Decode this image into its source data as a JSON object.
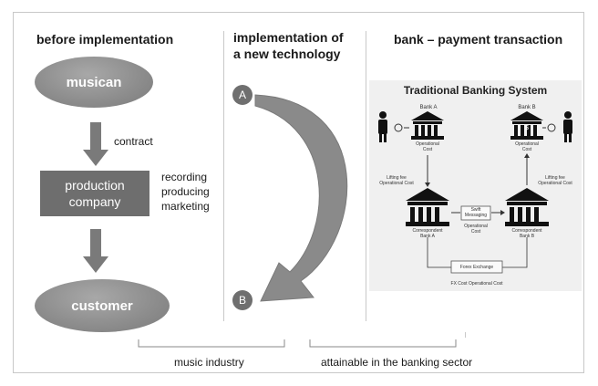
{
  "headers": {
    "before": "before implementation",
    "implementation": "implementation of\na new technology",
    "bank": "bank – payment transaction"
  },
  "left": {
    "musician": "musican",
    "contract": "contract",
    "production_line1": "production",
    "production_line2": "company",
    "roles": [
      "recording",
      "producing",
      "marketing"
    ],
    "customer": "customer"
  },
  "middle": {
    "point_a": "A",
    "point_b": "B"
  },
  "bank_panel": {
    "title": "Traditional Banking System",
    "bank_a": "Bank A",
    "bank_b": "Bank B",
    "op_cost_left": "Operational\nCost",
    "op_cost_right": "Operational\nCost",
    "lifting_left": "Lifting fee\nOperational Cost",
    "lifting_right": "Lifting fee\nOperational Cost",
    "corr_a": "Correspondent\nBank A",
    "corr_b": "Correspondent\nBank B",
    "swift": "Swift\nMessaging",
    "swift_cost": "Operational\nCost",
    "forex": "Forex Exchange",
    "fx_cost": "FX Cost Operational Cost",
    "dollar": "$"
  },
  "bottom": {
    "music_industry": "music industry",
    "banking": "attainable in the banking sector"
  },
  "colors": {
    "ellipse": "#8e8e8e",
    "box": "#6e6e6e",
    "arrow": "#7a7a7a",
    "curve_arrow": "#8a8a8a"
  }
}
